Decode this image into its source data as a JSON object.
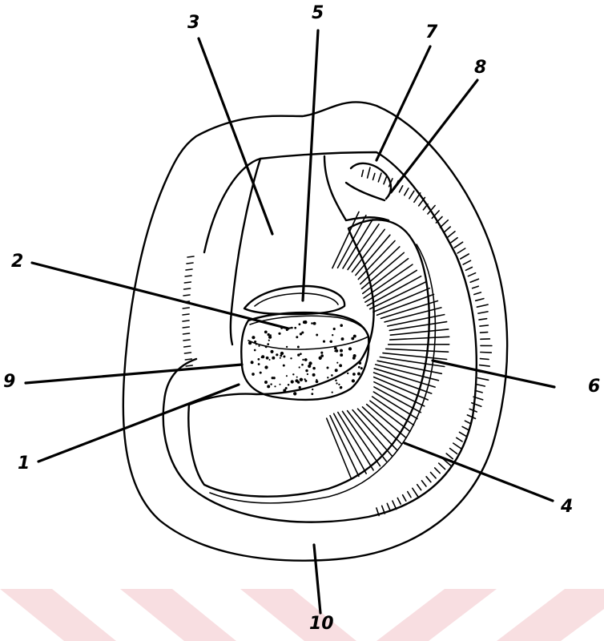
{
  "diagram": {
    "labels": [
      {
        "id": "1",
        "text": "1"
      },
      {
        "id": "2",
        "text": "2"
      },
      {
        "id": "3",
        "text": "3"
      },
      {
        "id": "4",
        "text": "4"
      },
      {
        "id": "5",
        "text": "5"
      },
      {
        "id": "6",
        "text": "6"
      },
      {
        "id": "7",
        "text": "7"
      },
      {
        "id": "8",
        "text": "8"
      },
      {
        "id": "9",
        "text": "9"
      },
      {
        "id": "10",
        "text": "10"
      }
    ],
    "colors": {
      "ink": "#000000",
      "paper": "#ffffff",
      "watermark": "#f7d9dc"
    }
  }
}
